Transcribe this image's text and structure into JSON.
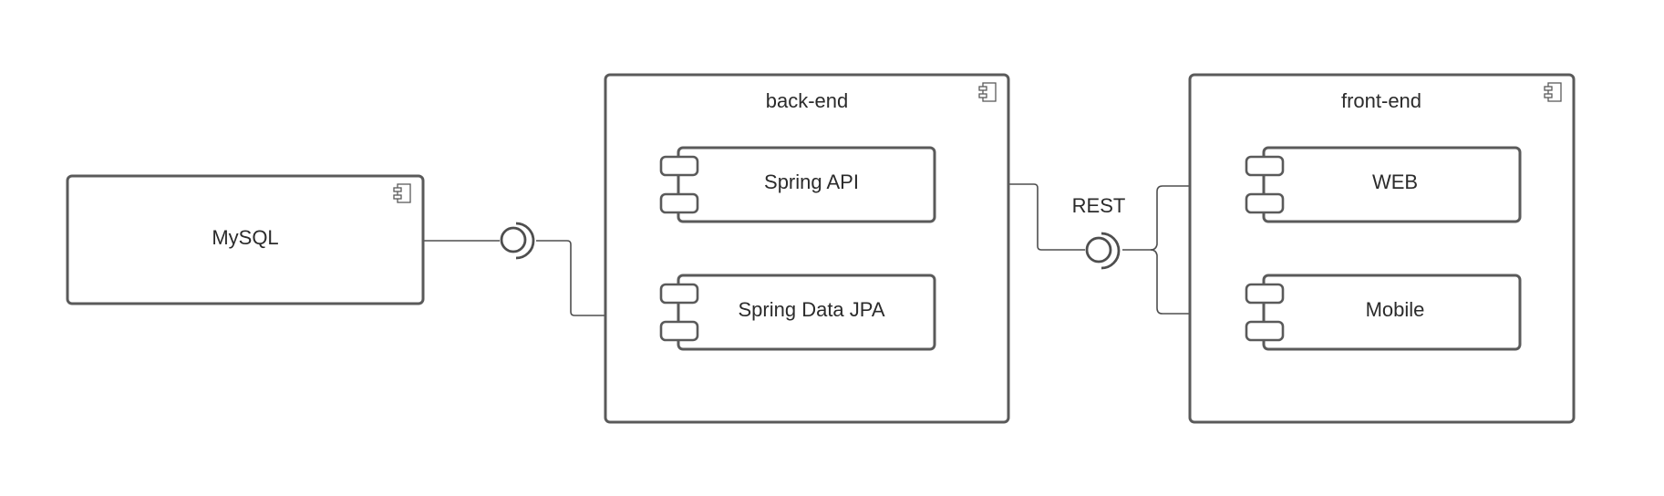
{
  "diagram": {
    "type": "uml-component",
    "nodes": {
      "mysql": {
        "label": "MySQL"
      },
      "backend": {
        "label": "back-end",
        "components": [
          {
            "label": "Spring API"
          },
          {
            "label": "Spring Data JPA"
          }
        ]
      },
      "frontend": {
        "label": "front-end",
        "components": [
          {
            "label": "WEB"
          },
          {
            "label": "Mobile"
          }
        ]
      }
    },
    "interfaces": {
      "db_interface": {
        "label": ""
      },
      "rest_interface": {
        "label": "REST"
      }
    },
    "connections": [
      {
        "from": "MySQL",
        "to": "Spring Data JPA",
        "via": "db_interface"
      },
      {
        "from": "Spring API",
        "to": "WEB",
        "via": "REST"
      },
      {
        "from": "Spring API",
        "to": "Mobile",
        "via": "REST"
      }
    ],
    "icons": {
      "component_badge": "component-icon"
    }
  }
}
